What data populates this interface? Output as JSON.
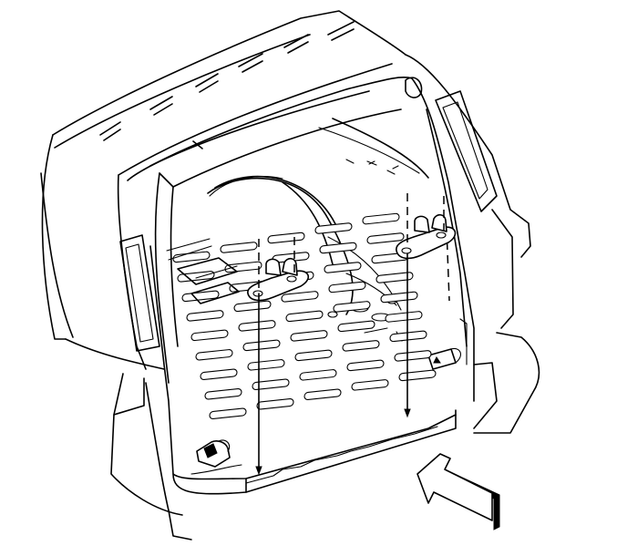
{
  "figure": {
    "line_color": "#000000",
    "background_color": "#ffffff"
  },
  "components": [
    {
      "id": "vehicle-body",
      "icon": "suv-body-outline-icon"
    },
    {
      "id": "liftgate-opening",
      "icon": "liftgate-frame-icon"
    },
    {
      "id": "cargo-floor",
      "icon": "ribbed-floor-icon"
    },
    {
      "id": "left-tie-down",
      "icon": "tie-down-bracket-icon"
    },
    {
      "id": "right-tie-down",
      "icon": "tie-down-bracket-icon"
    },
    {
      "id": "view-arrow",
      "icon": "view-direction-arrow-icon"
    }
  ]
}
